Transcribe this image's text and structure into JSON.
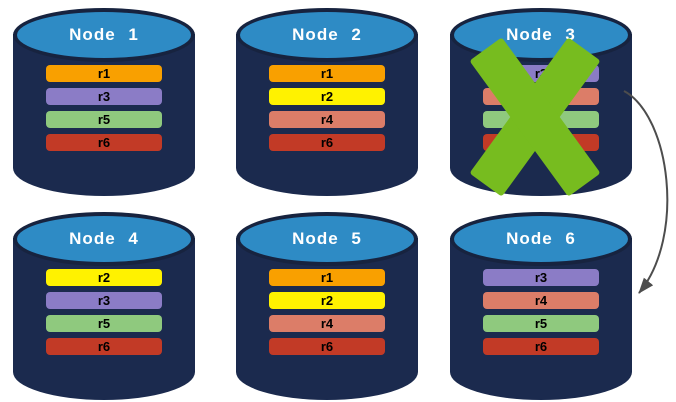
{
  "colors": {
    "background": "#FFFFFF",
    "cylinder_body": "#1B2A4E",
    "cylinder_top": "#2E8BC5",
    "cylinder_rim": "#17233F",
    "node_label_text": "#FFFFFF",
    "replica_label_text": "#000000",
    "failure_x": "#77BC1F",
    "arrow": "#4D4D4D"
  },
  "nodes": [
    {
      "label": "Node 1",
      "failed": false,
      "replicas": [
        {
          "name": "r1",
          "color": "#F9A000"
        },
        {
          "name": "r3",
          "color": "#8B7CC6"
        },
        {
          "name": "r5",
          "color": "#8FC97E"
        },
        {
          "name": "r6",
          "color": "#C23A26"
        }
      ]
    },
    {
      "label": "Node 2",
      "failed": false,
      "replicas": [
        {
          "name": "r1",
          "color": "#F9A000"
        },
        {
          "name": "r2",
          "color": "#FFF200"
        },
        {
          "name": "r4",
          "color": "#DC7D68"
        },
        {
          "name": "r6",
          "color": "#C23A26"
        }
      ]
    },
    {
      "label": "Node 3",
      "failed": true,
      "replicas": [
        {
          "name": "r3",
          "color": "#8B7CC6"
        },
        {
          "name": "r4",
          "color": "#DC7D68"
        },
        {
          "name": "r5",
          "color": "#8FC97E"
        },
        {
          "name": "r6",
          "color": "#C23A26"
        }
      ]
    },
    {
      "label": "Node 4",
      "failed": false,
      "replicas": [
        {
          "name": "r2",
          "color": "#FFF200"
        },
        {
          "name": "r3",
          "color": "#8B7CC6"
        },
        {
          "name": "r5",
          "color": "#8FC97E"
        },
        {
          "name": "r6",
          "color": "#C23A26"
        }
      ]
    },
    {
      "label": "Node 5",
      "failed": false,
      "replicas": [
        {
          "name": "r1",
          "color": "#F9A000"
        },
        {
          "name": "r2",
          "color": "#FFF200"
        },
        {
          "name": "r4",
          "color": "#DC7D68"
        },
        {
          "name": "r6",
          "color": "#C23A26"
        }
      ]
    },
    {
      "label": "Node 6",
      "failed": false,
      "replicas": [
        {
          "name": "r3",
          "color": "#8B7CC6"
        },
        {
          "name": "r4",
          "color": "#DC7D68"
        },
        {
          "name": "r5",
          "color": "#8FC97E"
        },
        {
          "name": "r6",
          "color": "#C23A26"
        }
      ]
    }
  ],
  "arrow": {
    "from": "Node 3",
    "to": "Node 6"
  }
}
